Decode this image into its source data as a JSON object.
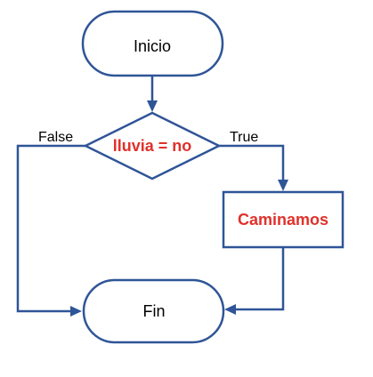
{
  "nodes": {
    "start": {
      "label": "Inicio",
      "shape": "terminal"
    },
    "decision": {
      "label": "lluvia = no",
      "shape": "decision"
    },
    "process": {
      "label": "Caminamos",
      "shape": "process"
    },
    "end": {
      "label": "Fin",
      "shape": "terminal"
    }
  },
  "edges": {
    "false_branch": {
      "label": "False",
      "from": "decision",
      "to": "end"
    },
    "true_branch": {
      "label": "True",
      "from": "decision",
      "to": "process"
    },
    "start_to_decision": {
      "label": "",
      "from": "start",
      "to": "decision"
    },
    "process_to_end": {
      "label": "",
      "from": "process",
      "to": "end"
    }
  },
  "colors": {
    "shape_stroke": "#2f5597",
    "highlight_text": "#e0312b",
    "text": "#000000"
  }
}
